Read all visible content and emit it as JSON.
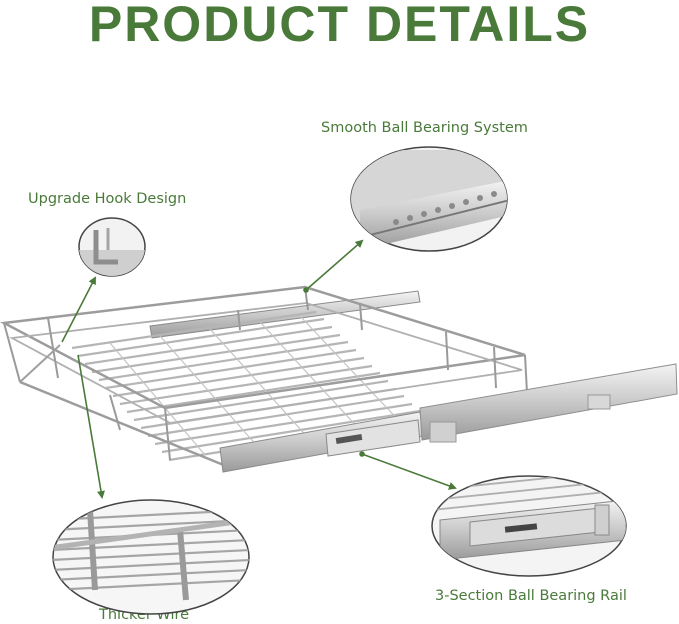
{
  "page": {
    "title": "PRODUCT DETAILS",
    "accent_color": "#4a7a3a"
  },
  "callouts": [
    {
      "label": "Smooth Ball Bearing System"
    },
    {
      "label": "Upgrade Hook Design"
    },
    {
      "label": "Thicker Wire"
    },
    {
      "label": "3-Section Ball Bearing Rail"
    }
  ]
}
